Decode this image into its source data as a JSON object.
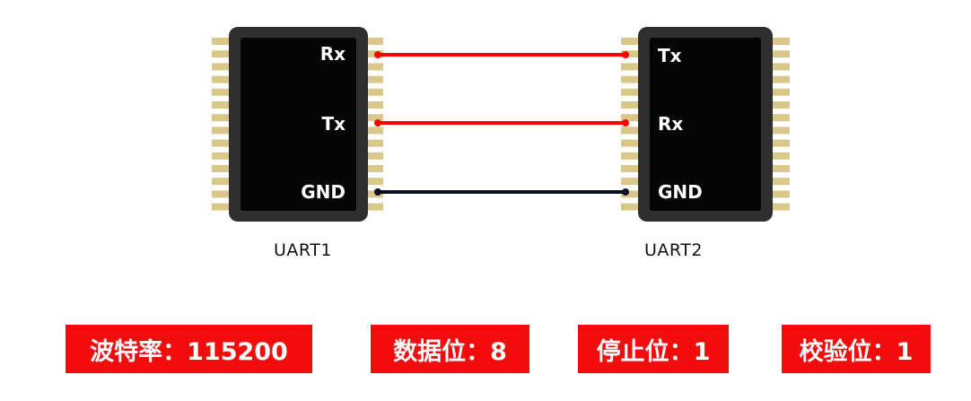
{
  "uart1": {
    "name": "UART1",
    "pins": [
      "Rx",
      "Tx",
      "GND"
    ]
  },
  "uart2": {
    "name": "UART2",
    "pins": [
      "Tx",
      "Rx",
      "GND"
    ]
  },
  "wires": [
    {
      "from": "UART1.Rx",
      "to": "UART2.Tx",
      "color": "#ff0000"
    },
    {
      "from": "UART1.Tx",
      "to": "UART2.Rx",
      "color": "#ff0000"
    },
    {
      "from": "UART1.GND",
      "to": "UART2.GND",
      "color": "#0d0d24"
    }
  ],
  "colors": {
    "chip_outer": "#2e2e2e",
    "chip_inner": "#050505",
    "pin_gold": "#d9c889",
    "badge_bg": "#f20c0c"
  },
  "params": [
    {
      "text": "波特率：115200"
    },
    {
      "text": "数据位：8"
    },
    {
      "text": "停止位：1"
    },
    {
      "text": "校验位：1"
    }
  ]
}
